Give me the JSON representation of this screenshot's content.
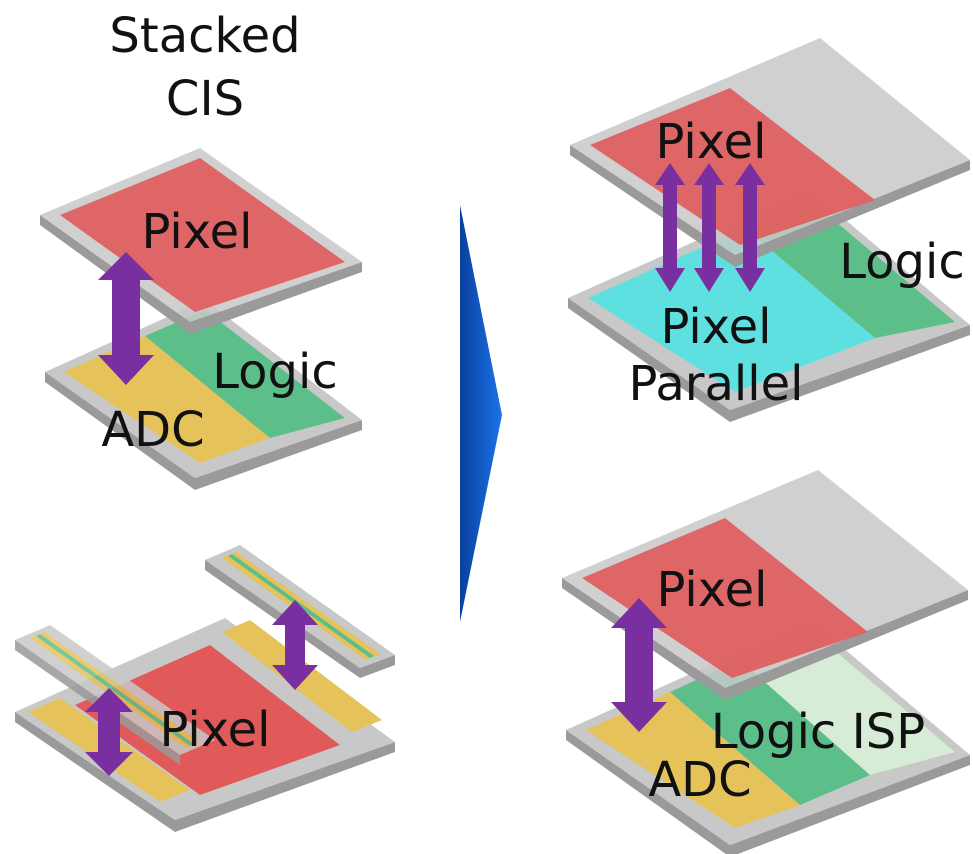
{
  "title": {
    "line1": "Stacked",
    "line2": "CIS"
  },
  "left_top": {
    "pixel": "Pixel",
    "logic": "Logic",
    "adc": "ADC"
  },
  "left_bottom": {
    "pixel": "Pixel"
  },
  "right_top": {
    "pixel": "Pixel",
    "logic": "Logic",
    "pixel_parallel_1": "Pixel",
    "pixel_parallel_2": "Parallel"
  },
  "right_bottom": {
    "pixel": "Pixel",
    "logic_isp": "Logic ISP",
    "adc": "ADC"
  },
  "colors": {
    "pixel": "#e05a5a",
    "logic": "#5cbf8a",
    "adc": "#e6c25a",
    "pixel_parallel": "#5fe0e0",
    "isp": "#d6ecd6",
    "substrate": "#c8c8c8",
    "substrate_edge": "#9a9a9a",
    "arrow": "#7a2fa0",
    "transition_arrow": "#0b57c9"
  }
}
